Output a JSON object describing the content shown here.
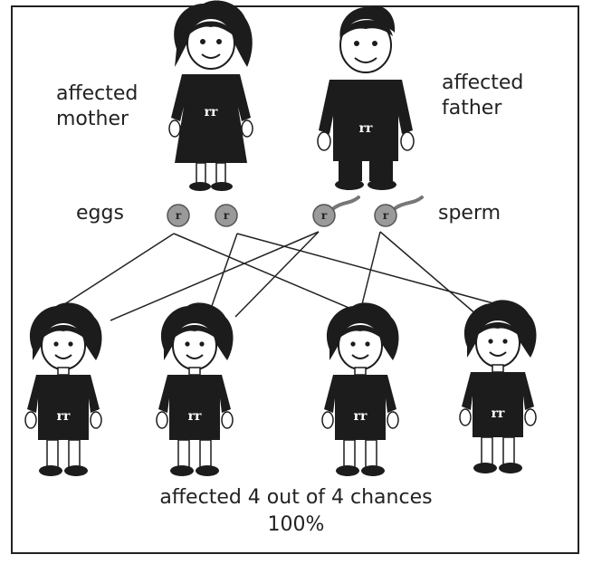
{
  "parents": {
    "mother": {
      "label_line1": "affected",
      "label_line2": "mother",
      "genotype": "rr"
    },
    "father": {
      "label_line1": "affected",
      "label_line2": "father",
      "genotype": "rr"
    }
  },
  "gametes": {
    "eggs_label": "eggs",
    "sperm_label": "sperm",
    "egg_alleles": [
      "r",
      "r"
    ],
    "sperm_alleles": [
      "r",
      "r"
    ]
  },
  "offspring": {
    "genotypes": [
      "rr",
      "rr",
      "rr",
      "rr"
    ]
  },
  "caption": {
    "line1": "affected 4 out of 4 chances",
    "line2": "100%"
  },
  "colors": {
    "figure": "#1c1c1c",
    "gamete_fill": "#9a9a9a",
    "line": "#222222"
  }
}
